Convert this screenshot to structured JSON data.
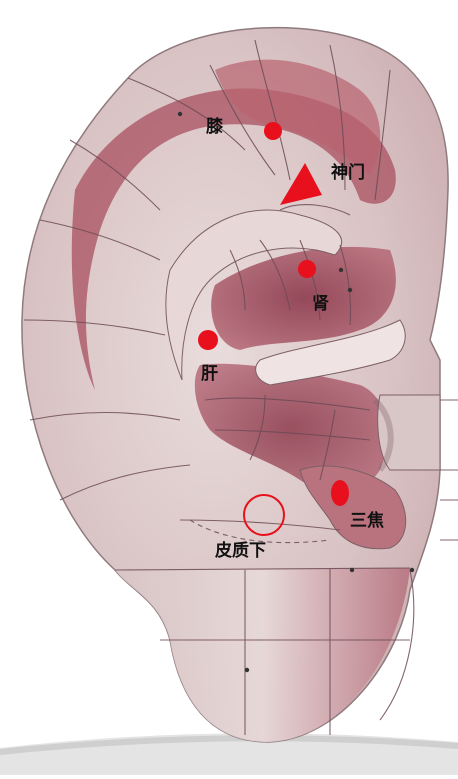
{
  "diagram": {
    "points": [
      {
        "id": "knee",
        "label": "膝",
        "marker": "dot"
      },
      {
        "id": "shenmen",
        "label": "神门",
        "marker": "triangle"
      },
      {
        "id": "kidney",
        "label": "肾",
        "marker": "dot"
      },
      {
        "id": "liver",
        "label": "肝",
        "marker": "dot"
      },
      {
        "id": "sanjiao",
        "label": "三焦",
        "marker": "oval"
      },
      {
        "id": "pizhixia",
        "label": "皮质下",
        "marker": "ring"
      }
    ],
    "colors": {
      "skin": "#dcc9c9",
      "shadow": "#9e4b5e",
      "zone_line": "#6d4b55",
      "marker": "#e8101c",
      "background": "#ffffff"
    }
  }
}
